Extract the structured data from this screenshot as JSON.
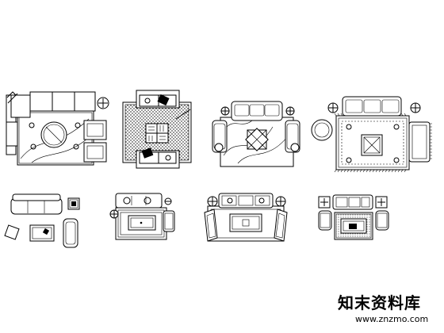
{
  "drawing": {
    "blocks": [
      "sofa-set-corner-sectional",
      "square-rug-with-chairs",
      "sofa-set-three-seat-with-diamond-table",
      "sofa-set-three-seat-on-fringed-rug",
      "sofa-set-simple-loose",
      "sofa-set-rug-small",
      "sofa-set-rug-medium",
      "sofa-set-dark-rug"
    ],
    "line_color": "#000000",
    "background": "#ffffff"
  },
  "watermark": {
    "site_name": "知末资料库",
    "url": "www.znzmo.com"
  }
}
